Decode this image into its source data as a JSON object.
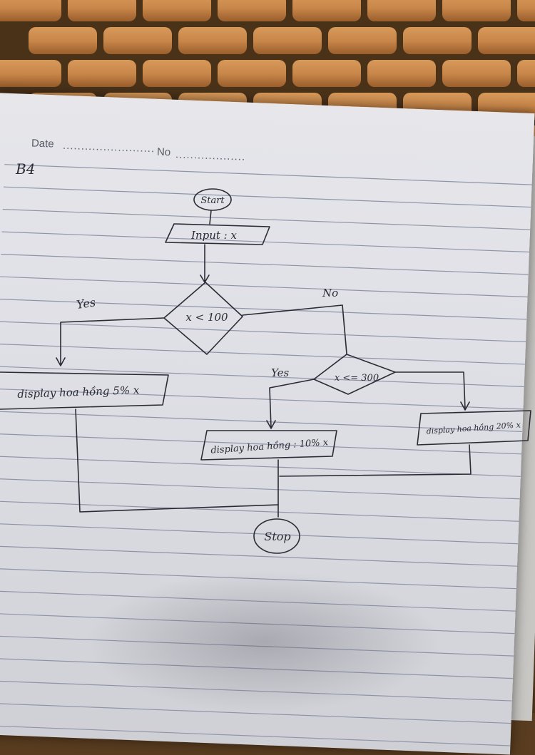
{
  "header": {
    "date_label": "Date",
    "no_label": "No",
    "corner_mark": "B4"
  },
  "flowchart": {
    "start": "Start",
    "input": "Input : x",
    "decision1": "x < 100",
    "decision1_yes": "Yes",
    "decision1_no": "No",
    "process1": "display hoa hồng 5% x",
    "decision2": "x <= 300",
    "decision2_yes": "Yes",
    "process2": "display hoa hồng : 10% x",
    "process3": "display hoa hồng 20% x",
    "stop": "Stop"
  },
  "colors": {
    "ink": "#2b2b36",
    "paper": "#e2e3e8",
    "lines": "#8f95a8",
    "mat": "#c8894a"
  }
}
